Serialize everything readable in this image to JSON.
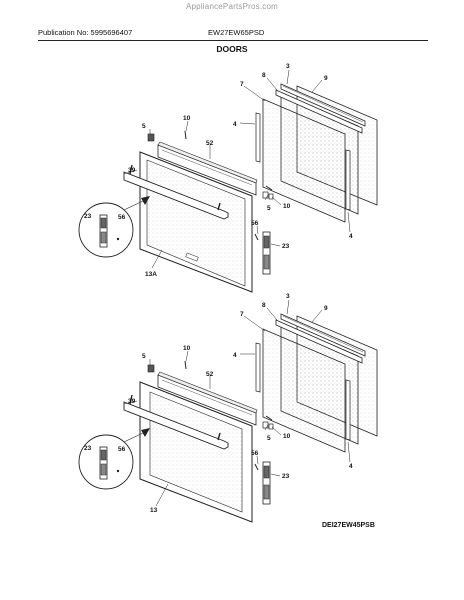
{
  "header": {
    "watermark": "AppliancePartsPros.com",
    "publication": "Publication No: 5995696407",
    "model": "EW27EW65PSD",
    "section_title": "DOORS"
  },
  "footer": {
    "diagram_code": "DEI27EW45PSB"
  },
  "upper": {
    "callouts": [
      "3",
      "8",
      "9",
      "7",
      "4",
      "5",
      "10",
      "52",
      "39",
      "23",
      "56",
      "10",
      "5",
      "56",
      "23",
      "4",
      "13A"
    ]
  },
  "lower": {
    "callouts": [
      "3",
      "8",
      "9",
      "7",
      "4",
      "5",
      "10",
      "52",
      "39",
      "23",
      "56",
      "10",
      "5",
      "56",
      "23",
      "4",
      "13"
    ]
  }
}
